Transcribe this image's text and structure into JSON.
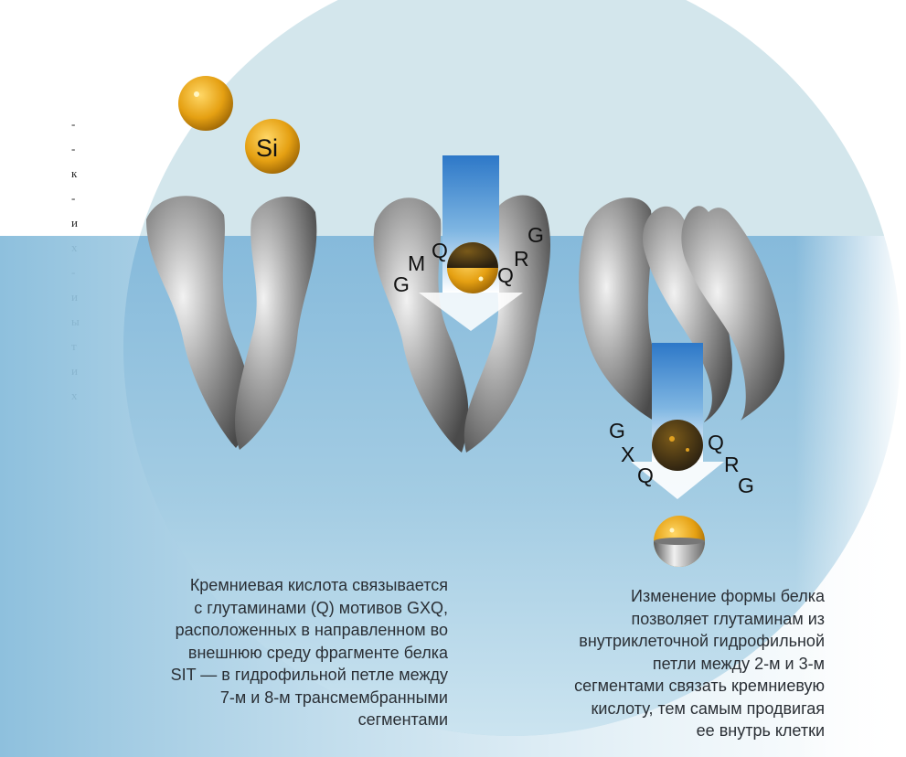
{
  "edge_letters": [
    "-",
    "-",
    "к",
    "-",
    "и",
    "х",
    "-",
    "и",
    "ы",
    "т",
    "и",
    "х"
  ],
  "si_label": "Si",
  "motif_left": [
    "G",
    "M",
    "Q",
    "Q",
    "R",
    "G"
  ],
  "motif_right": [
    "G",
    "X",
    "Q",
    "Q",
    "R",
    "G"
  ],
  "caption_left": [
    "Кремниевая кислота связывается",
    "с глутаминами (Q) мотивов GXQ,",
    "расположенных в направленном во",
    "внешнюю среду фрагменте белка",
    "SIT — в гидрофильной петле между",
    "7-м и 8-м трансмембранными",
    "сегментами"
  ],
  "caption_right": [
    "Изменение формы белка",
    "позволяет глутаминам из",
    "внутриклеточной гидрофильной",
    "петли между 2-м и 3-м",
    "сегментами связать кремниевую",
    "кислоту, тем самым продвигая",
    "ее внутрь клетки"
  ],
  "colors": {
    "outside": "#dfeef3",
    "circle_top": "#c9dfe6",
    "membrane": "#8ec0dd",
    "protein": "#8d8d8d",
    "silicic_acid": "#e8a418",
    "arrow": "#4a8fd0"
  }
}
